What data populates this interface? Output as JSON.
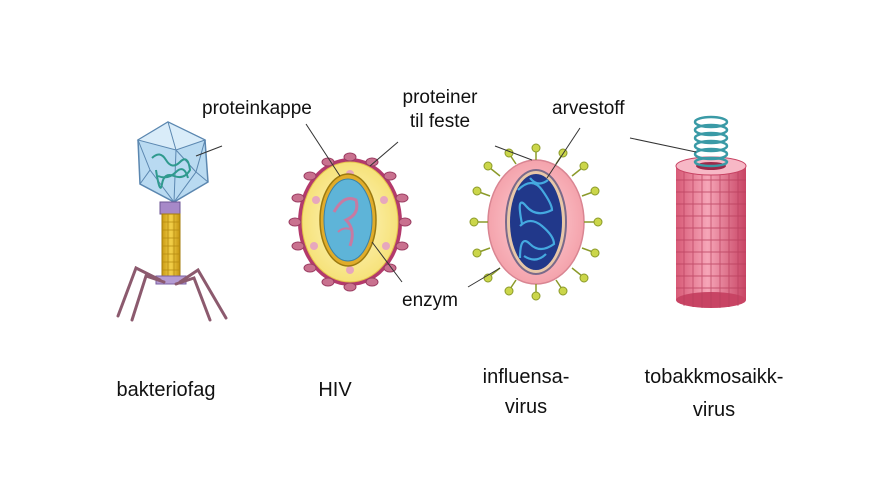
{
  "labels": {
    "proteinkappe": "proteinkappe",
    "proteiner_line1": "proteiner",
    "proteiner_line2": "til feste",
    "arvestoff": "arvestoff",
    "enzym": "enzym"
  },
  "viruses": [
    {
      "name_line1": "bakteriofag",
      "name_line2": ""
    },
    {
      "name_line1": "HIV",
      "name_line2": ""
    },
    {
      "name_line1": "influensa-",
      "name_line2": "virus"
    },
    {
      "name_line1": "tobakkmosaikk-",
      "name_line2": "virus"
    }
  ]
}
